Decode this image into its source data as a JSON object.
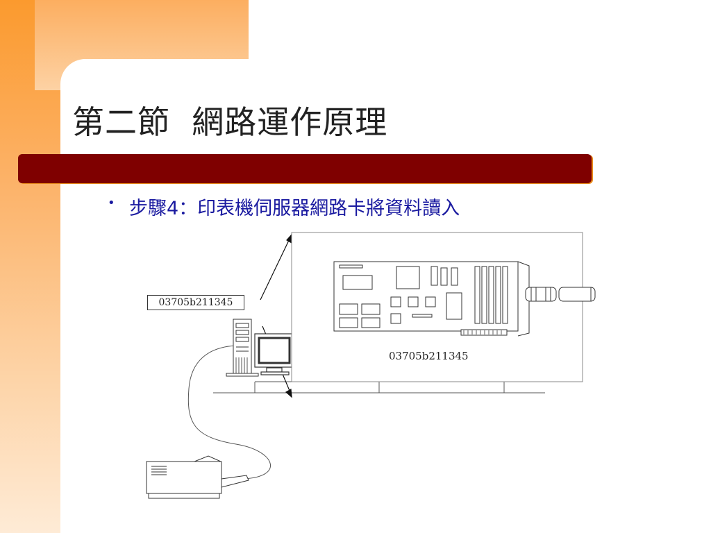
{
  "slide": {
    "title": "第二節  網路運作原理",
    "bullet": "步驟4：印表機伺服器網路卡將資料讀入",
    "mac_label_tag": "03705b211345",
    "mac_label_card": "03705b211345"
  },
  "colors": {
    "accent_orange": "#fb9a2e",
    "band": "#7f0000",
    "bullet_text": "#1a1aa0"
  }
}
